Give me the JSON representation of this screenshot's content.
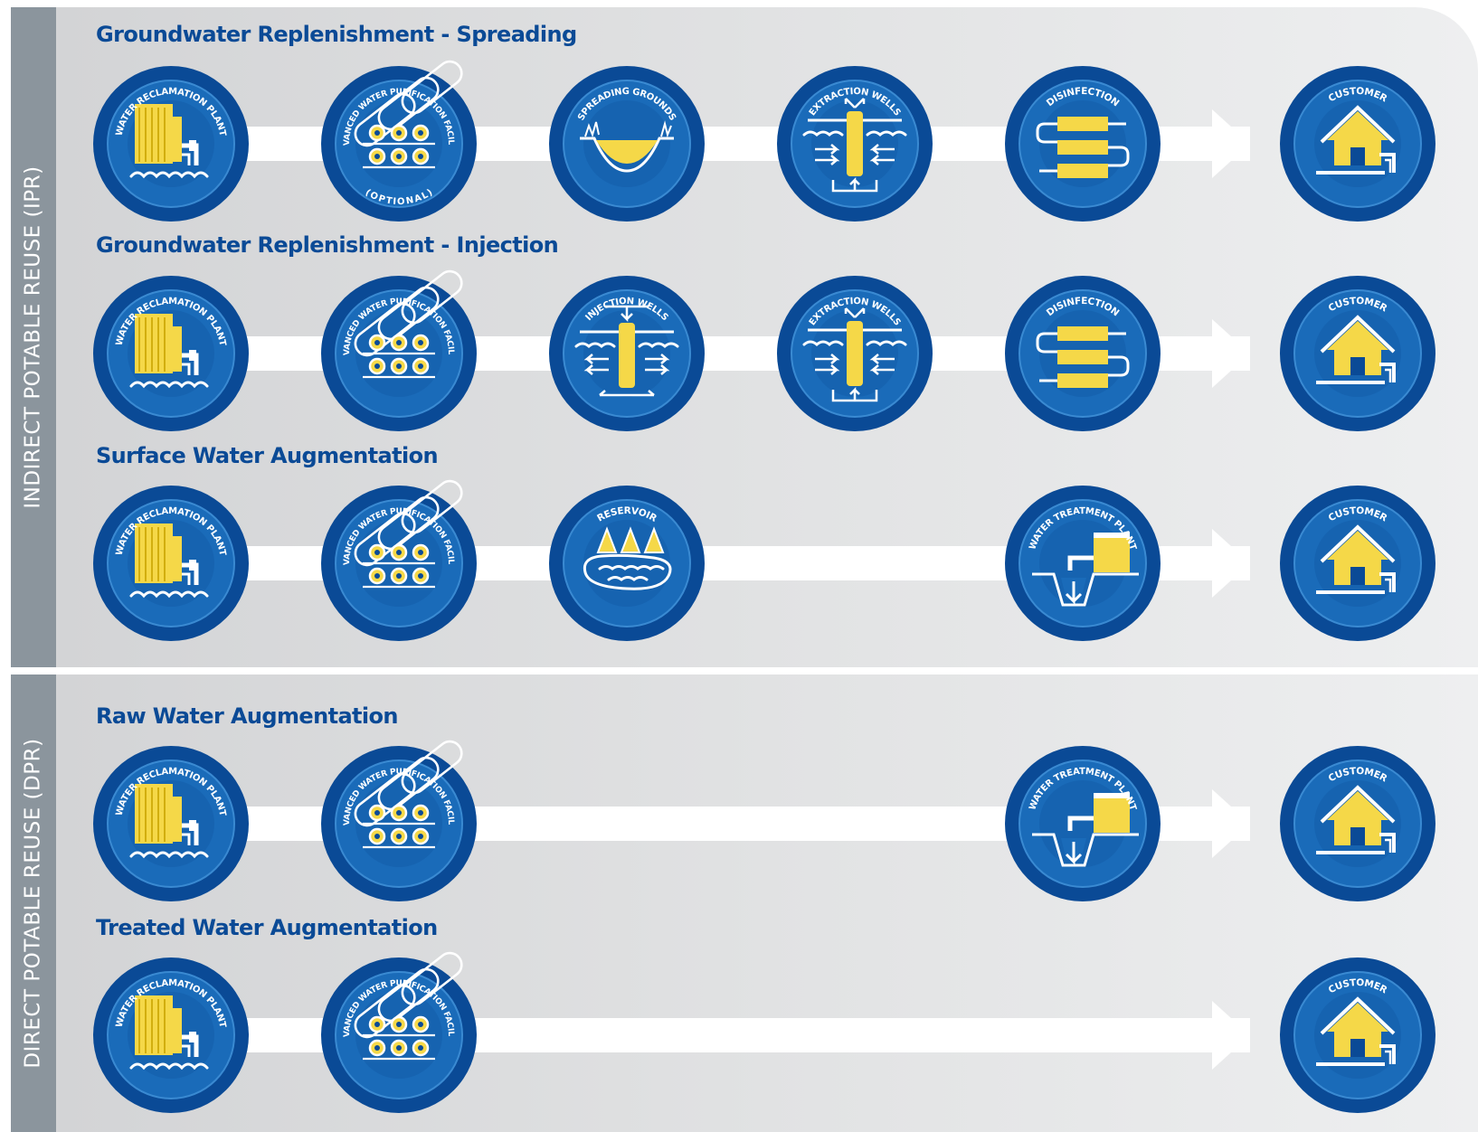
{
  "colors": {
    "navy": "#0a4a96",
    "ring": "#1a6bb9",
    "accent": "#f5d848",
    "band": "#8b959d",
    "panel": "#d9dadc"
  },
  "sections": [
    {
      "id": "ipr",
      "band_label": "INDIRECT POTABLE REUSE (IPR)",
      "rows": [
        {
          "title": "Groundwater Replenishment - Spreading",
          "steps": [
            {
              "label": "WATER RECLAMATION PLANT",
              "icon": "building-icon"
            },
            {
              "label": "ADVANCED WATER PURIFICATION FACILITY",
              "icon": "membranes-icon",
              "note": "(OPTIONAL)"
            },
            {
              "label": "SPREADING GROUNDS",
              "icon": "basin-icon"
            },
            {
              "label": "EXTRACTION WELLS",
              "icon": "extraction-well-icon"
            },
            {
              "label": "DISINFECTION",
              "icon": "disinfection-icon"
            },
            {
              "label": "CUSTOMER",
              "icon": "house-icon"
            }
          ]
        },
        {
          "title": "Groundwater Replenishment - Injection",
          "steps": [
            {
              "label": "WATER RECLAMATION PLANT",
              "icon": "building-icon"
            },
            {
              "label": "ADVANCED WATER PURIFICATION FACILITY",
              "icon": "membranes-icon"
            },
            {
              "label": "INJECTION WELLS",
              "icon": "injection-well-icon"
            },
            {
              "label": "EXTRACTION WELLS",
              "icon": "extraction-well-icon"
            },
            {
              "label": "DISINFECTION",
              "icon": "disinfection-icon"
            },
            {
              "label": "CUSTOMER",
              "icon": "house-icon"
            }
          ]
        },
        {
          "title": "Surface Water Augmentation",
          "steps": [
            {
              "label": "WATER RECLAMATION PLANT",
              "icon": "building-icon"
            },
            {
              "label": "ADVANCED WATER PURIFICATION FACILITY",
              "icon": "membranes-icon"
            },
            {
              "label": "RESERVOIR",
              "icon": "reservoir-icon"
            },
            {
              "label": "WATER TREATMENT PLANT",
              "icon": "treatment-plant-icon"
            },
            {
              "label": "CUSTOMER",
              "icon": "house-icon"
            }
          ]
        }
      ]
    },
    {
      "id": "dpr",
      "band_label": "DIRECT POTABLE REUSE (DPR)",
      "rows": [
        {
          "title": "Raw Water Augmentation",
          "steps": [
            {
              "label": "WATER RECLAMATION PLANT",
              "icon": "building-icon"
            },
            {
              "label": "ADVANCED WATER PURIFICATION FACILITY",
              "icon": "membranes-icon"
            },
            {
              "label": "WATER TREATMENT PLANT",
              "icon": "treatment-plant-icon"
            },
            {
              "label": "CUSTOMER",
              "icon": "house-icon"
            }
          ]
        },
        {
          "title": "Treated Water Augmentation",
          "steps": [
            {
              "label": "WATER RECLAMATION PLANT",
              "icon": "building-icon"
            },
            {
              "label": "ADVANCED WATER PURIFICATION FACILITY",
              "icon": "membranes-icon"
            },
            {
              "label": "CUSTOMER",
              "icon": "house-icon"
            }
          ]
        }
      ]
    }
  ]
}
